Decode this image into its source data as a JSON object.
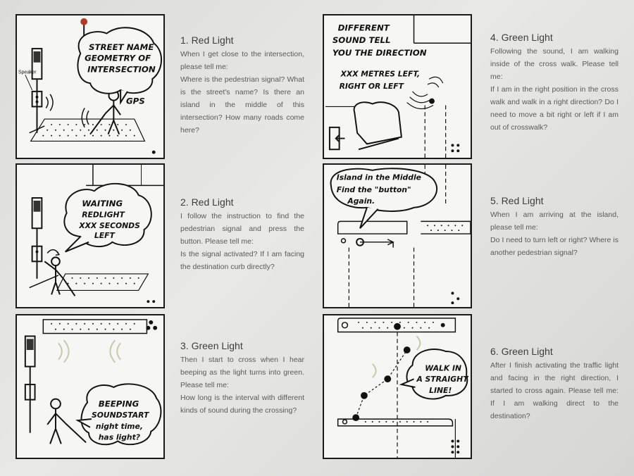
{
  "steps": [
    {
      "title": "1. Red Light",
      "body": "When I get close to the intersection, please tell me:\nWhere is the pedestrian signal? What is the street's name? Is there an island in the middle of this intersection? How many roads come here?",
      "panel": {
        "bubble_lines": [
          "STREET NAME",
          "GEOMETRY OF",
          "INTERSECTION"
        ],
        "label": "GPS",
        "speaker": "Speaker"
      }
    },
    {
      "title": "2. Red Light",
      "body": "I follow the instruction to find the pedestrian signal and press the button. Please tell me:\nIs the signal activated? If I am facing the destination curb directly?",
      "panel": {
        "bubble_lines": [
          "WAITING",
          "REDLIGHT",
          "XXX SECONDS",
          "LEFT"
        ]
      }
    },
    {
      "title": "3. Green Light",
      "body": "Then I start to cross when I hear beeping as the light turns into green. Please tell me:\nHow long is the interval with different kinds of sound during the crossing?",
      "panel": {
        "bubble_lines": [
          "BEEPING",
          "SOUNDSTART",
          "night time,",
          "has light?"
        ]
      }
    },
    {
      "title": "4. Green Light",
      "body": "Following the sound, I am walking inside of the cross walk. Please tell me:\nIf I am in the right position in the cross walk and walk in a right direction? Do I need to move a bit right or left if I am out of crosswalk?",
      "panel": {
        "bubble_lines": [
          "DIFFERENT",
          "SOUND TELL",
          "YOU THE DIRECTION",
          "XXX METRES LEFT,",
          "RIGHT OR LEFT"
        ]
      }
    },
    {
      "title": "5. Red Light",
      "body": "When I am arriving at the island, please tell me:\nDo I need to turn left or right? Where is another pedestrian signal?",
      "panel": {
        "bubble_lines": [
          "Island in the Middle",
          "Find the \"button\"",
          "Again."
        ]
      }
    },
    {
      "title": "6. Green Light",
      "body": "After I finish activating the traffic light and facing in the right direction, I started to cross again. Please tell me: If I am walking direct to the destination?",
      "panel": {
        "bubble_lines": [
          "WALK IN",
          "A STRAIGHT",
          "LINE!"
        ]
      }
    }
  ],
  "colors": {
    "ink": "#111111",
    "text": "#5a5a5a",
    "paper": "#f6f6f4",
    "signal_red": "#b23a2a"
  }
}
